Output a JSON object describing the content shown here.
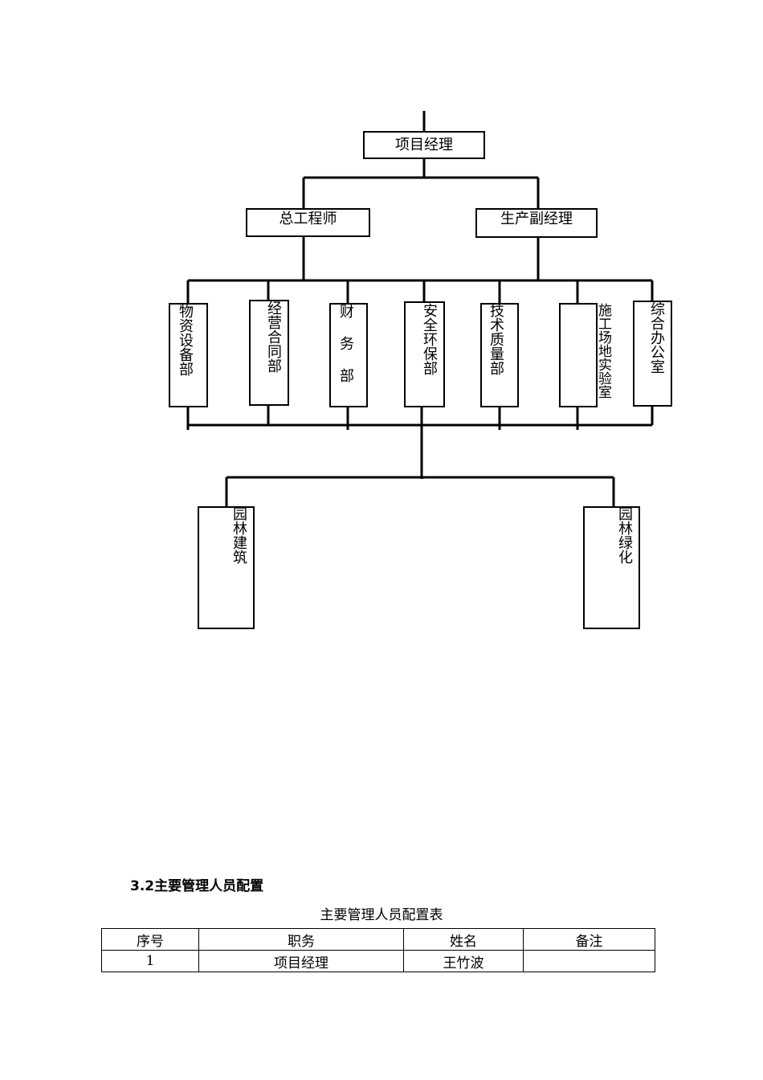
{
  "org_chart": {
    "top": "项目经理",
    "deputies": [
      "总工程师",
      "生产副经理"
    ],
    "departments": [
      "物资设备部",
      "经营合同部",
      "财务部",
      "安全环保部",
      "技术质量部",
      "施工场地实验室",
      "综合办公室"
    ],
    "teams": [
      "园林建筑",
      "园林绿化"
    ]
  },
  "section": {
    "heading": "3.2主要管理人员配置"
  },
  "table": {
    "caption": "主要管理人员配置表",
    "headers": [
      "序号",
      "职务",
      "姓名",
      "备注"
    ],
    "rows": [
      [
        "1",
        "项目经理",
        "王竹波",
        ""
      ]
    ]
  }
}
